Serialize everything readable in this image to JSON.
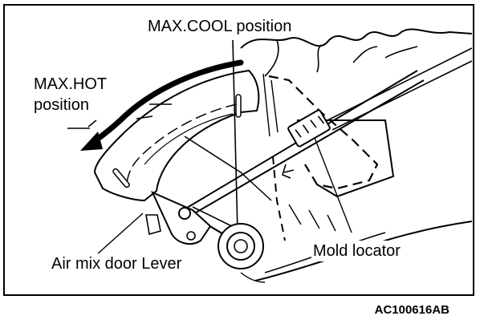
{
  "labels": {
    "max_cool": "MAX.COOL position",
    "max_hot_line1": "MAX.HOT",
    "max_hot_line2": "position",
    "air_mix_lever": "Air mix door Lever",
    "mold_locator": "Mold locator"
  },
  "reference_code": "AC100616AB",
  "colors": {
    "ink": "#000000",
    "background": "#ffffff"
  },
  "icons": {
    "arrow": "curved-arrow-icon"
  }
}
